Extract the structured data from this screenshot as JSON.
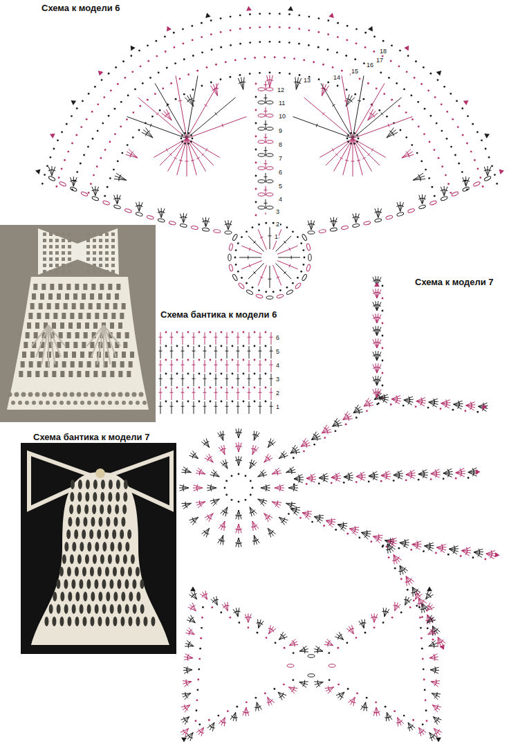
{
  "diagram": {
    "labels": [
      "Схема к модели 6",
      "Схема бантика к модели 6",
      "Схема к модели 7",
      "Схема бантика к модели 7",
      "1",
      "2",
      "3",
      "4",
      "5",
      "6",
      "7",
      "8",
      "9",
      "10",
      "11",
      "12",
      "13",
      "14",
      "15",
      "16",
      "17",
      "18",
      "1",
      "2",
      "3",
      "4",
      "5",
      "6"
    ]
  }
}
